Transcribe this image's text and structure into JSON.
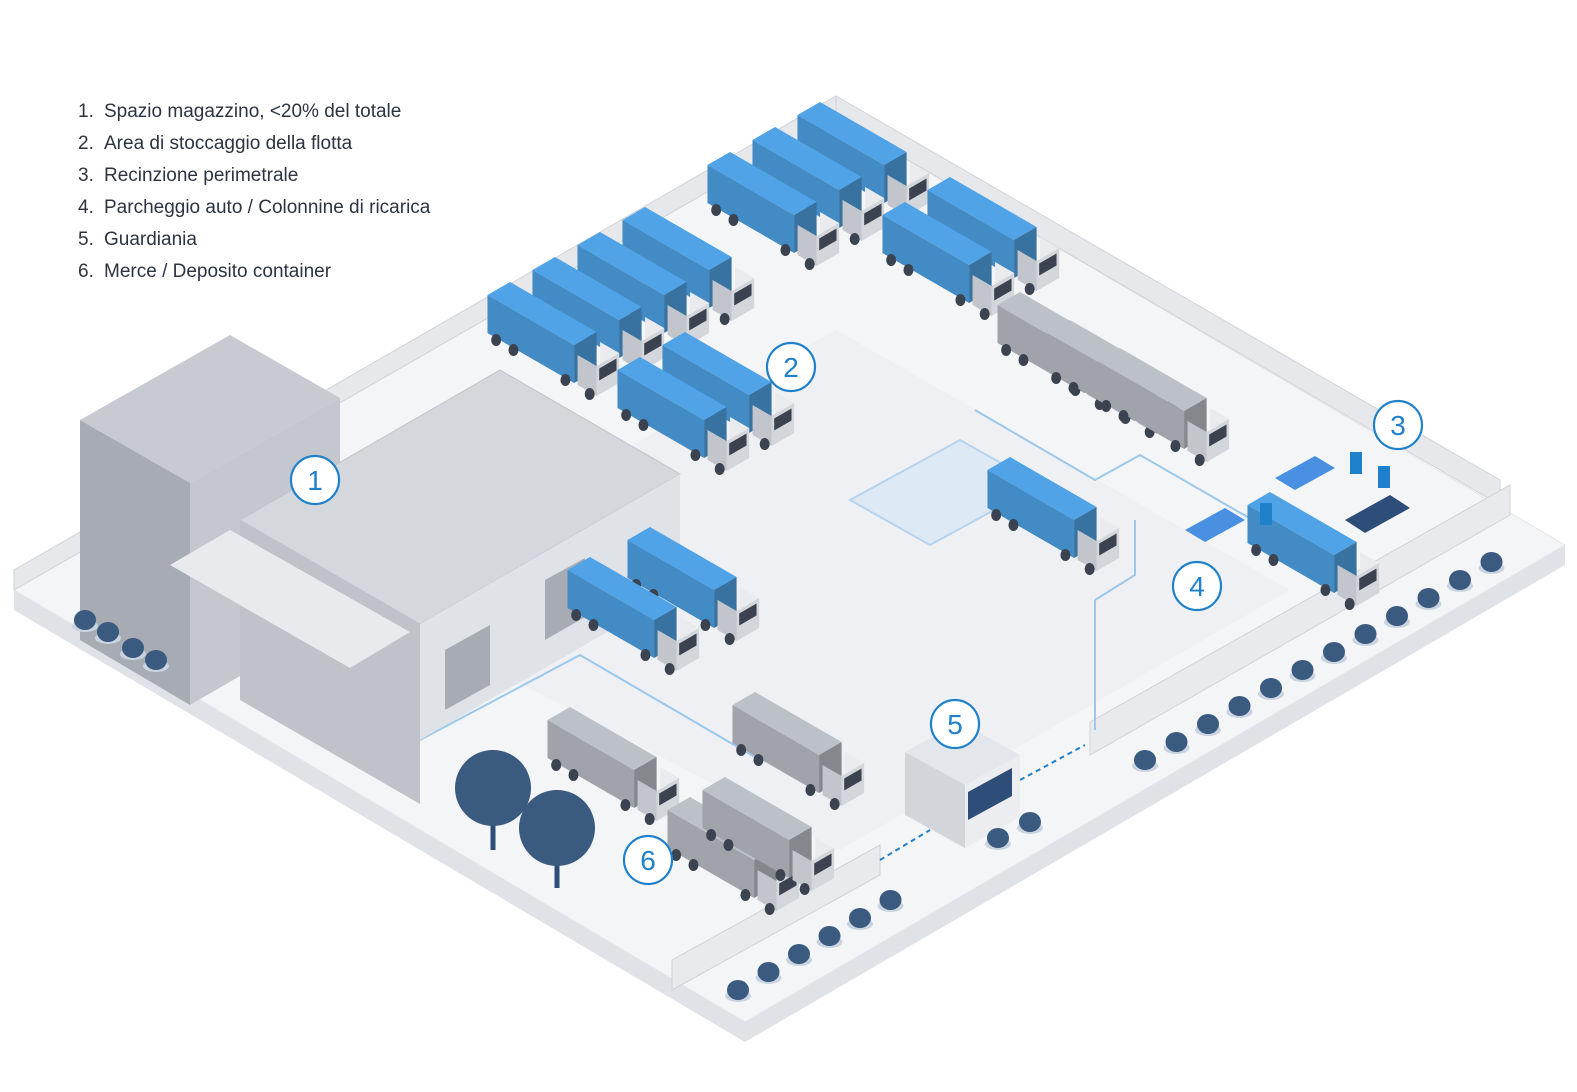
{
  "legend": [
    {
      "num": "1.",
      "text": "Spazio magazzino, <20% del totale"
    },
    {
      "num": "2.",
      "text": "Area di stoccaggio della flotta"
    },
    {
      "num": "3.",
      "text": "Recinzione perimetrale"
    },
    {
      "num": "4.",
      "text": "Parcheggio auto / Colonnine di ricarica"
    },
    {
      "num": "5.",
      "text": "Guardiania"
    },
    {
      "num": "6.",
      "text": "Merce / Deposito container"
    }
  ],
  "markers": [
    "1",
    "2",
    "3",
    "4",
    "5",
    "6"
  ],
  "colors": {
    "accent": "#1f80cc",
    "truck_blue": "#4fa3e6",
    "truck_grey": "#bcc1c8",
    "tree": "#3a5a80",
    "ground": "#f3f4f6",
    "building": "#d6d9de"
  }
}
